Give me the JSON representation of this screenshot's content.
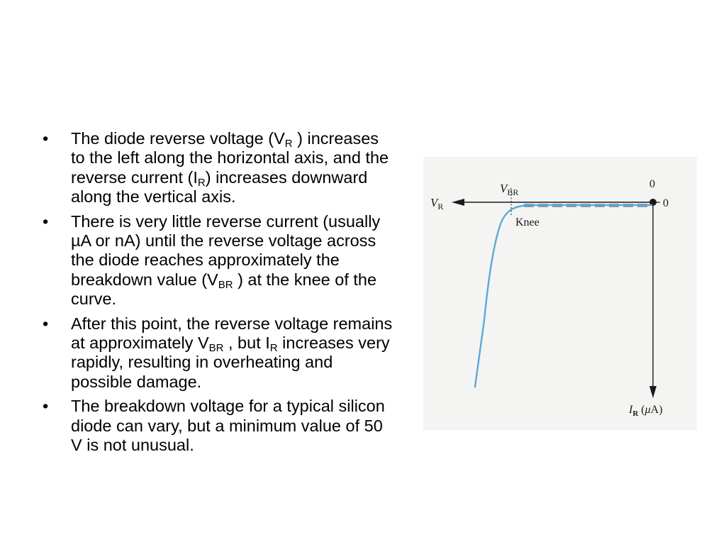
{
  "bullets": [
    {
      "parts": [
        {
          "t": "The diode reverse voltage (V"
        },
        {
          "t": "R",
          "sub": true
        },
        {
          "t": " ) increases to the left along the horizontal axis, and the reverse current (I"
        },
        {
          "t": "R",
          "sub": true
        },
        {
          "t": ") increases downward along the vertical axis."
        }
      ]
    },
    {
      "parts": [
        {
          "t": "There is very little reverse current (usually µA or nA) until the reverse voltage across the diode reaches approximately the breakdown value (V"
        },
        {
          "t": "BR",
          "sub": true
        },
        {
          "t": " ) at the knee of the curve."
        }
      ]
    },
    {
      "parts": [
        {
          "t": "After this point, the reverse voltage remains at approximately V"
        },
        {
          "t": "BR",
          "sub": true
        },
        {
          "t": " , but I"
        },
        {
          "t": "R",
          "sub": true
        },
        {
          "t": " increases very rapidly, resulting in overheating and possible damage."
        }
      ]
    },
    {
      "parts": [
        {
          "t": "The breakdown voltage for a typical silicon diode can vary, but a minimum value of 50 V is not unusual."
        }
      ]
    }
  ],
  "figure": {
    "x_axis_main": "V",
    "x_axis_sub": "R",
    "vbr_main": "V",
    "vbr_sub": "BR",
    "knee_label": "Knee",
    "origin_top_label": "0",
    "origin_right_label": "0",
    "y_axis_main": "I",
    "y_axis_sub": "R",
    "y_axis_unit_open": " (",
    "y_axis_unit_mu": "μ",
    "y_axis_unit_close": "A)",
    "curve_color": "#5aaad8",
    "axis_color": "#1a1a1a"
  }
}
